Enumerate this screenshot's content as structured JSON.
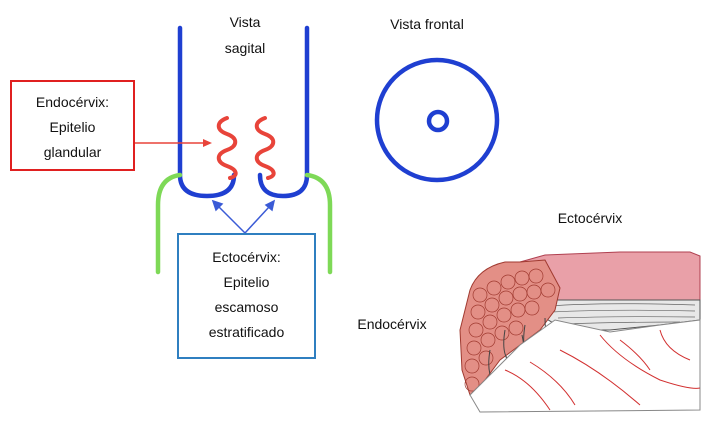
{
  "labels": {
    "sagittal_line1": "Vista",
    "sagittal_line2": "sagital",
    "frontal": "Vista frontal",
    "ectocervix_title": "Ectocérvix",
    "endocervix_title": "Endocérvix"
  },
  "endocervix_box": {
    "line1": "Endocérvix:",
    "line2": "Epitelio",
    "line3": "glandular"
  },
  "ectocervix_box": {
    "line1": "Ectocérvix:",
    "line2": "Epitelio",
    "line3": "escamoso",
    "line4": "estratificado"
  },
  "colors": {
    "canal": "#1f3fd1",
    "glandular": "#e8443a",
    "squamous": "#7ed957",
    "red_box": "#e02020",
    "blue_box": "#2f7fc0",
    "tissue_pink": "#e9a0a8",
    "tissue_gland": "#e38f86"
  }
}
